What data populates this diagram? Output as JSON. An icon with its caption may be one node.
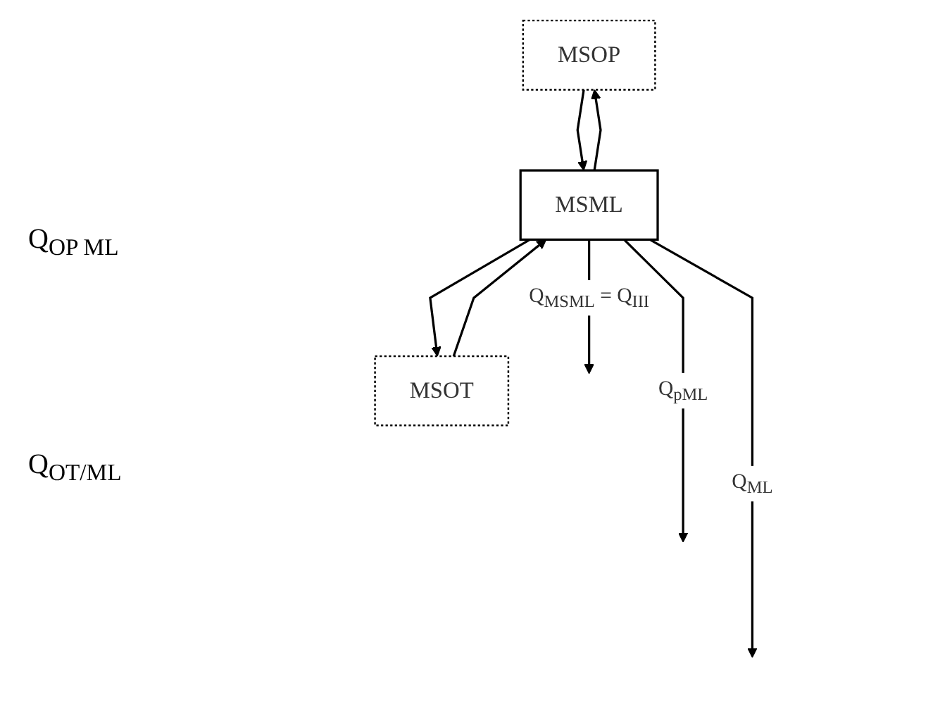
{
  "diagram": {
    "nodes": [
      {
        "text": [
          "MSOP"
        ]
      },
      {
        "text": [
          "MSML"
        ]
      },
      {
        "text": [
          "MSOT"
        ]
      }
    ],
    "edges": [
      {
        "from": 1,
        "to": 0,
        "arrow": "to"
      },
      {
        "from": 0,
        "to": 1,
        "arrow": "to"
      },
      {
        "from": 1,
        "to": null,
        "arrow": "to",
        "label": "Q$_{MSML}$ = Q$_{III}$"
      },
      {
        "from": 1,
        "to": 2,
        "arrow": "to"
      },
      {
        "from": 2,
        "to": 1,
        "arrow": "to"
      },
      {
        "from": 1,
        "to": null,
        "arrow": "to",
        "label": "Q$_{pML}$"
      },
      {
        "from": 1,
        "to": null,
        "arrow": "to",
        "label": "Q$_{ML}$"
      }
    ],
    "labels": [
      "Q$_{OP ML}$",
      "Q$_{OT/ML}$"
    ]
  }
}
